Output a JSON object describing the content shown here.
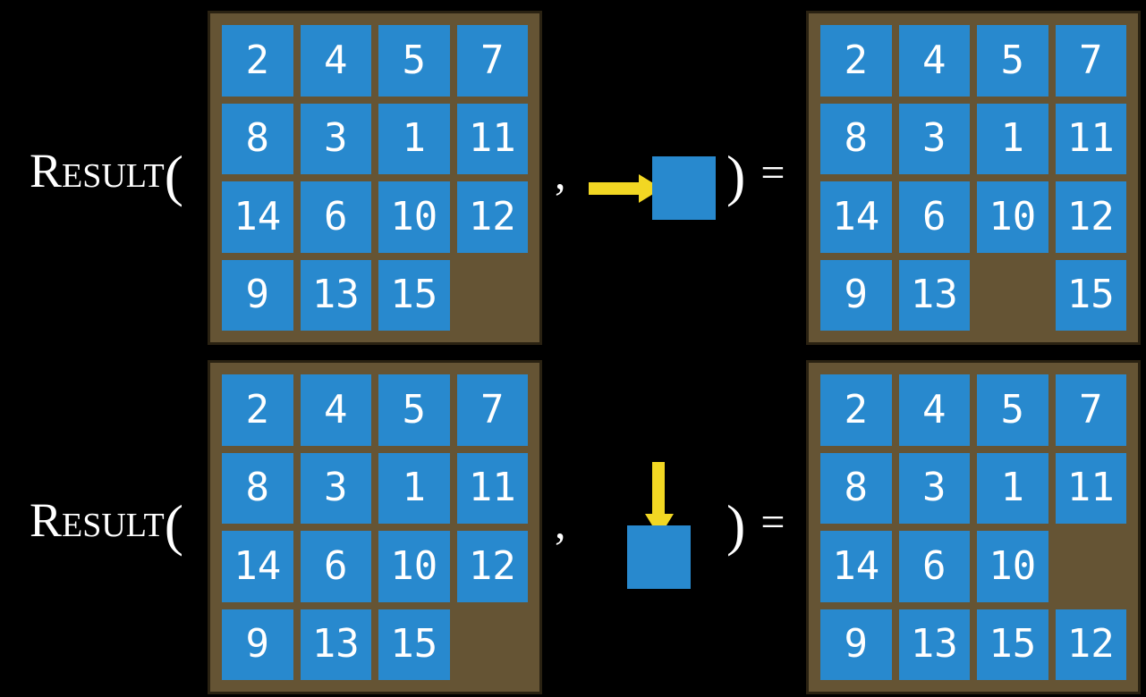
{
  "equation_rows": [
    {
      "function_name": "Result",
      "open_paren": "(",
      "comma": ",",
      "close_paren": ")",
      "equals": "=",
      "action": {
        "icon": "arrow-right-icon",
        "direction": "right"
      },
      "input_grid": "start",
      "output_grid": "after_move_right"
    },
    {
      "function_name": "Result",
      "open_paren": "(",
      "comma": ",",
      "close_paren": ")",
      "equals": "=",
      "action": {
        "icon": "arrow-down-icon",
        "direction": "down"
      },
      "input_grid": "start",
      "output_grid": "after_move_down"
    }
  ],
  "grids": {
    "start": {
      "rows": 4,
      "cols": 4,
      "cells": [
        2,
        4,
        5,
        7,
        8,
        3,
        1,
        11,
        14,
        6,
        10,
        12,
        9,
        13,
        15,
        null
      ]
    },
    "after_move_right": {
      "rows": 4,
      "cols": 4,
      "cells": [
        2,
        4,
        5,
        7,
        8,
        3,
        1,
        11,
        14,
        6,
        10,
        12,
        9,
        13,
        null,
        15
      ]
    },
    "after_move_down": {
      "rows": 4,
      "cols": 4,
      "cells": [
        2,
        4,
        5,
        7,
        8,
        3,
        1,
        11,
        14,
        6,
        10,
        null,
        9,
        13,
        15,
        12
      ]
    }
  },
  "colors": {
    "background": "#000000",
    "board_brown": "#655434",
    "board_border": "#2a2212",
    "tile_blue": "#2889ce",
    "tile_text": "#ffffff",
    "arrow_yellow": "#f2d723",
    "label_text": "#ffffff"
  }
}
